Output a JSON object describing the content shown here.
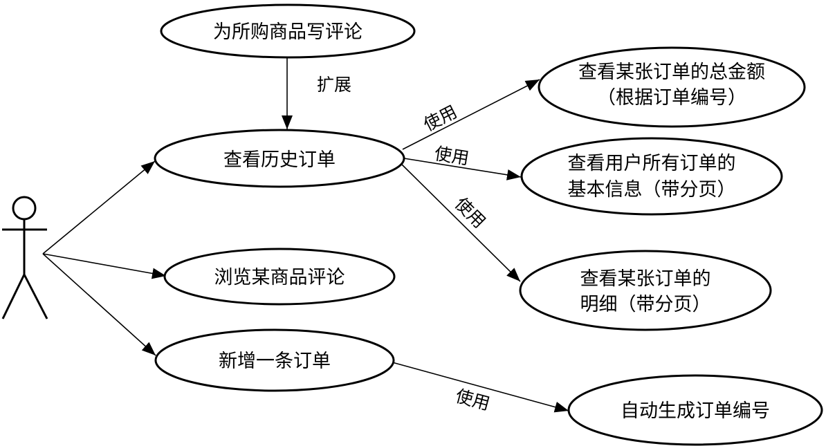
{
  "use_cases": {
    "write_review": "为所购商品写评论",
    "view_history": "查看历史订单",
    "browse_reviews": "浏览某商品评论",
    "new_order": "新增一条订单",
    "total_amount": [
      "查看某张订单的总金额",
      "（根据订单编号）"
    ],
    "user_orders": [
      "查看用户所有订单的",
      "基本信息（带分页）"
    ],
    "order_detail": [
      "查看某张订单的",
      "明细（带分页）"
    ],
    "auto_number": "自动生成订单编号"
  },
  "relations": {
    "extend": "扩展",
    "use": "使用"
  }
}
